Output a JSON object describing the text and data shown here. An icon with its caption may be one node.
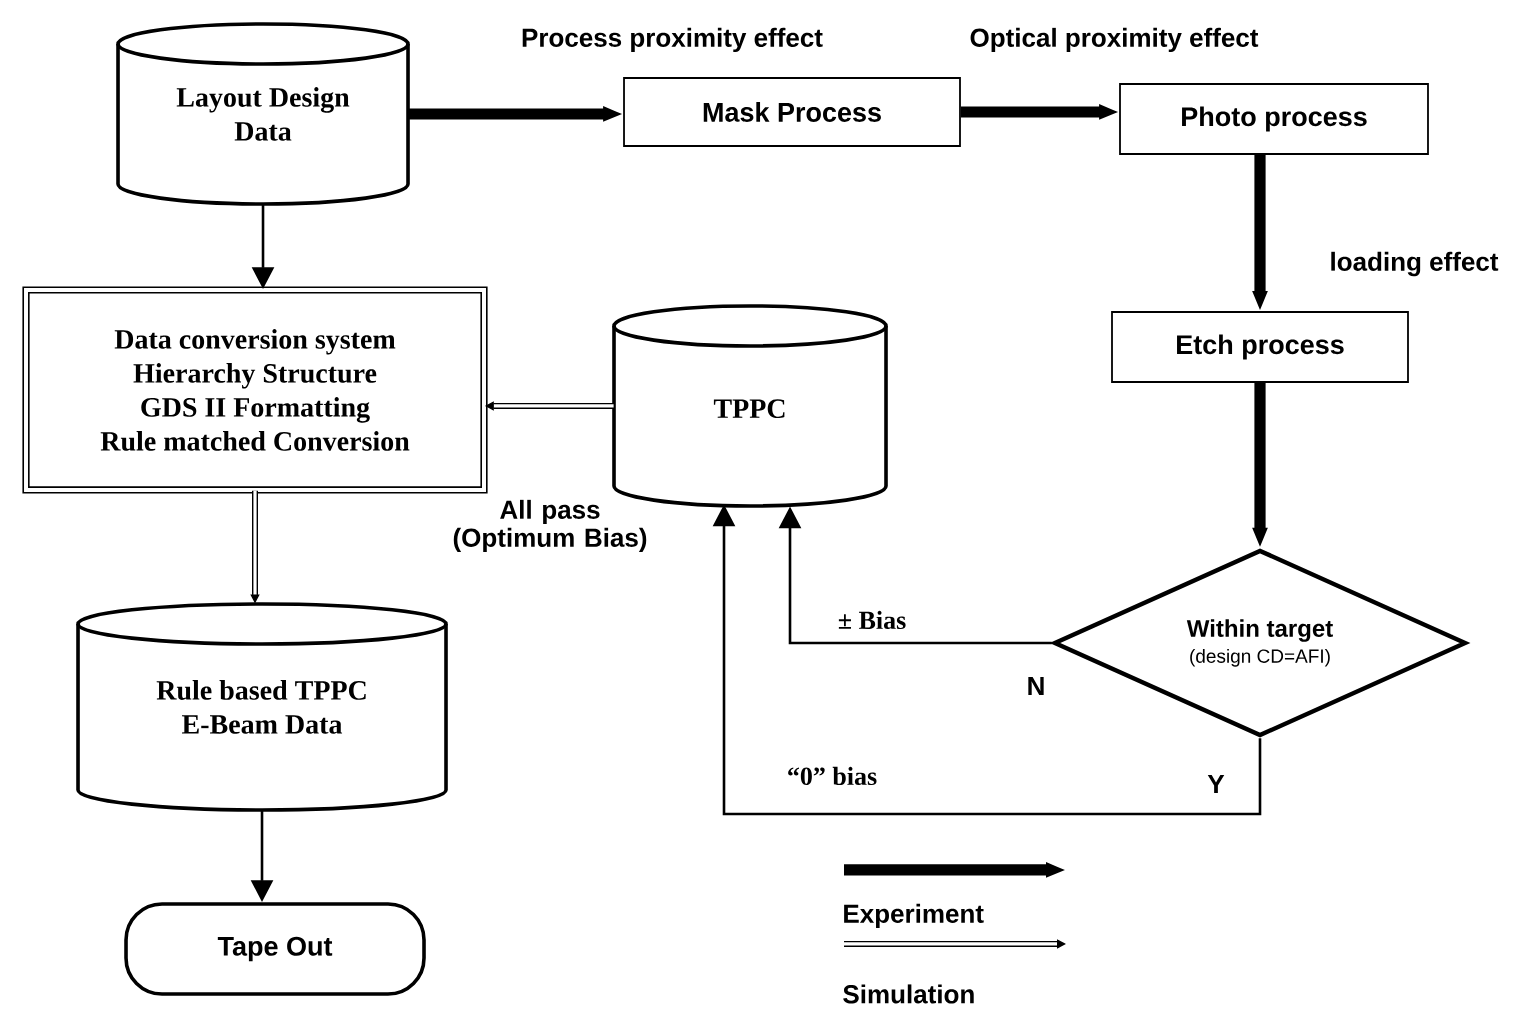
{
  "diagram": {
    "nodes": [
      {
        "text": [
          "Layout Design Data"
        ]
      },
      {
        "text": [
          "Mask Process"
        ]
      },
      {
        "text": [
          "Photo process"
        ]
      },
      {
        "text": [
          "Etch process"
        ]
      },
      {
        "text": [
          "Within target",
          "(design CD=AFI)"
        ]
      },
      {
        "text": [
          "TPPC"
        ]
      },
      {
        "text": [
          "Data conversion system",
          "Hierarchy Structure",
          "GDS II Formatting",
          "Rule matched Conversion"
        ]
      },
      {
        "text": [
          "Rule based TPPC E-Beam Data"
        ]
      },
      {
        "text": [
          "Tape Out"
        ]
      }
    ],
    "edges": [
      {
        "from": 0,
        "to": 1,
        "arrow": "to",
        "style": "thick",
        "label": "Process proximity effect"
      },
      {
        "from": 1,
        "to": 2,
        "arrow": "to",
        "style": "thick",
        "label": "Optical proximity effect"
      },
      {
        "from": 2,
        "to": 3,
        "arrow": "to",
        "style": "thick",
        "label": "loading effect"
      },
      {
        "from": 3,
        "to": 4,
        "arrow": "to",
        "style": "thick"
      },
      {
        "from": 4,
        "to": 5,
        "arrow": "to",
        "label": "± Bias"
      },
      {
        "from": 4,
        "to": 5,
        "arrow": "to",
        "label": "“0” bias"
      },
      {
        "from": 0,
        "to": 6,
        "arrow": "to"
      },
      {
        "from": 5,
        "to": 6,
        "arrow": "to"
      },
      {
        "from": 6,
        "to": 7,
        "arrow": "to"
      },
      {
        "from": 7,
        "to": 8,
        "arrow": "to"
      }
    ],
    "labels": [
      "All pass (Optimum Bias)",
      "N",
      "Y"
    ],
    "legend": [
      {
        "text": "Experiment"
      },
      {
        "text": "Simulation"
      }
    ]
  }
}
